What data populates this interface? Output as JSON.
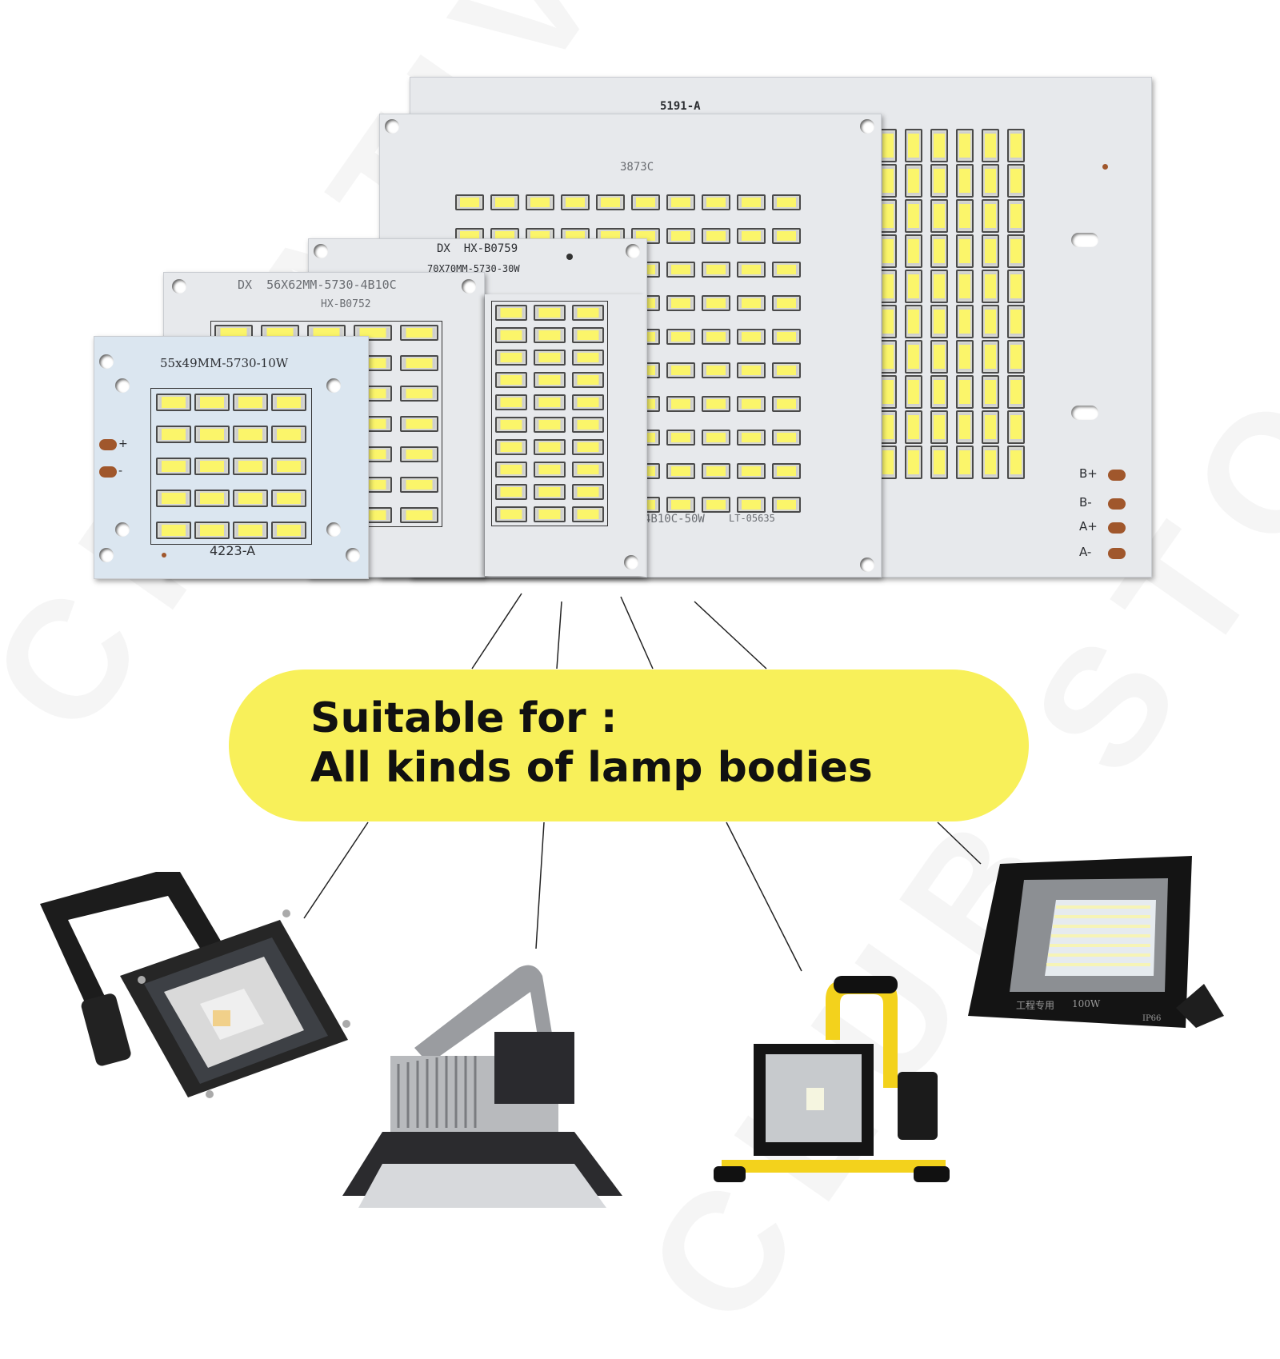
{
  "watermark": {
    "text_1": "CREATIVE",
    "text_2": "CLUB STOP"
  },
  "boards": [
    {
      "id": "board-100w",
      "model": "5191-A",
      "pads": [
        "B+",
        "B-",
        "A+",
        "A-"
      ],
      "led_layout": {
        "columns": 6,
        "rows": 10,
        "orientation": "vertical"
      }
    },
    {
      "id": "board-50w",
      "model": "3873C",
      "spec_partial": "4B10C-50W",
      "code": "LT-05635",
      "led_layout": {
        "columns": 10,
        "rows": 10,
        "orientation": "horizontal"
      }
    },
    {
      "id": "board-30w",
      "brand": "DX",
      "model": "HX-B0759",
      "spec": "70X70MM-5730-30W",
      "led_layout": {
        "columns": 3,
        "rows": 10,
        "orientation": "horizontal"
      }
    },
    {
      "id": "board-20w",
      "brand": "DX",
      "spec": "56X62MM-5730-4B10C",
      "model": "HX-B0752",
      "led_layout": {
        "columns": 5,
        "rows": 7,
        "orientation": "horizontal"
      }
    },
    {
      "id": "board-10w",
      "spec": "55x49MM-5730-10W",
      "model": "4223-A",
      "pads": [
        "+",
        "-"
      ],
      "led_layout": {
        "columns": 4,
        "rows": 5,
        "orientation": "horizontal"
      }
    }
  ],
  "callout": {
    "line_1": "Suitable for :",
    "line_2": "All kinds of lamp bodies",
    "background": "#f8f05a"
  },
  "lamps": [
    {
      "id": "lamp-black-floodlight",
      "type": "Black COB floodlight with U-bracket"
    },
    {
      "id": "lamp-highbay",
      "type": "Industrial high-bay light with heatsink"
    },
    {
      "id": "lamp-portable-yellow",
      "type": "Portable rechargeable floodlight on yellow stand"
    },
    {
      "id": "lamp-smd-100w",
      "type": "SMD floodlight",
      "label_cn": "工程专用",
      "power": "100W",
      "rating": "IP66"
    }
  ]
}
